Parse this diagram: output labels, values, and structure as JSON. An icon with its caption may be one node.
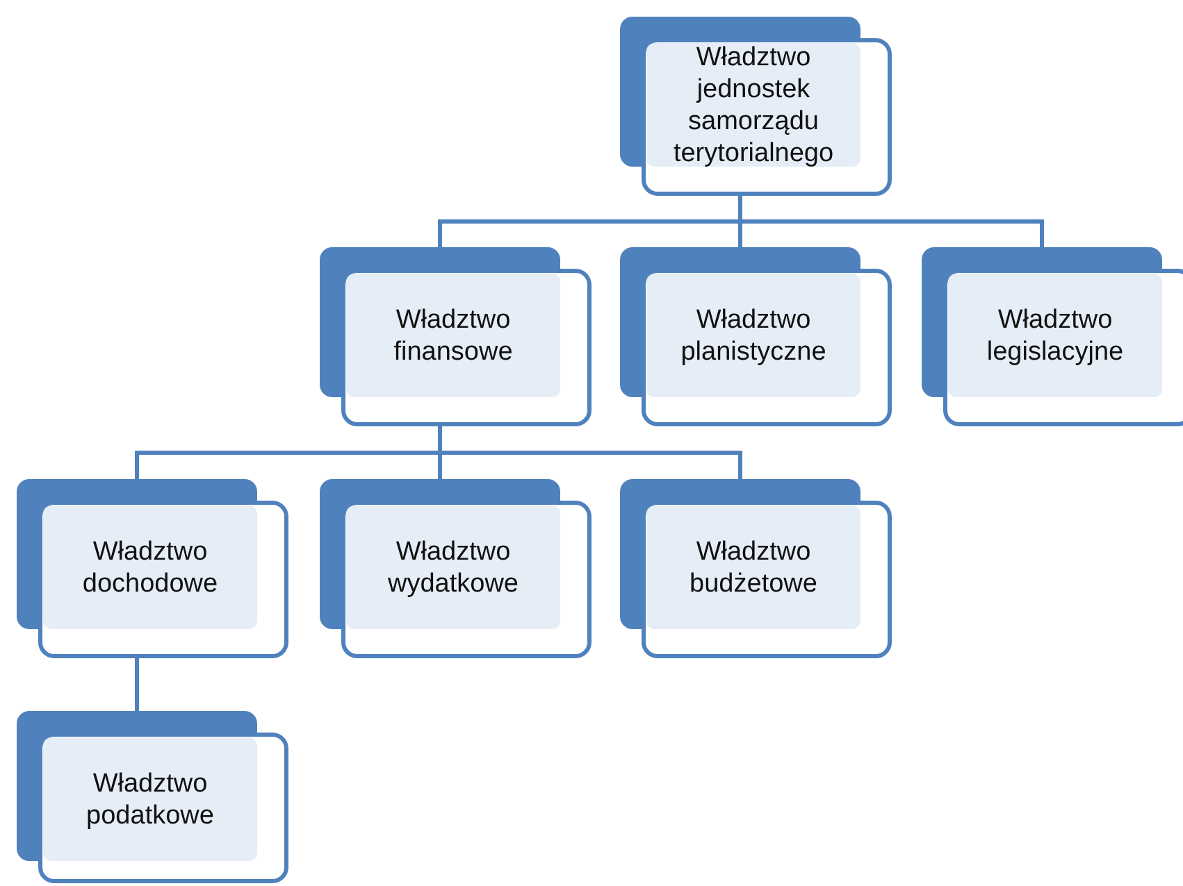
{
  "diagram": {
    "nodes": [
      {
        "text": [
          "Władztwo jednostek samorządu terytorialnego"
        ]
      },
      {
        "text": [
          "Władztwo finansowe"
        ]
      },
      {
        "text": [
          "Władztwo planistyczne"
        ]
      },
      {
        "text": [
          "Władztwo legislacyjne"
        ]
      },
      {
        "text": [
          "Władztwo dochodowe"
        ]
      },
      {
        "text": [
          "Władztwo wydatkowe"
        ]
      },
      {
        "text": [
          "Władztwo budżetowe"
        ]
      },
      {
        "text": [
          "Władztwo podatkowe"
        ]
      }
    ],
    "edges": [
      {
        "from": 0,
        "to": 1,
        "arrow": "none"
      },
      {
        "from": 0,
        "to": 2,
        "arrow": "none"
      },
      {
        "from": 0,
        "to": 3,
        "arrow": "none"
      },
      {
        "from": 1,
        "to": 4,
        "arrow": "none"
      },
      {
        "from": 1,
        "to": 5,
        "arrow": "none"
      },
      {
        "from": 1,
        "to": 6,
        "arrow": "none"
      },
      {
        "from": 4,
        "to": 7,
        "arrow": "none"
      }
    ]
  }
}
